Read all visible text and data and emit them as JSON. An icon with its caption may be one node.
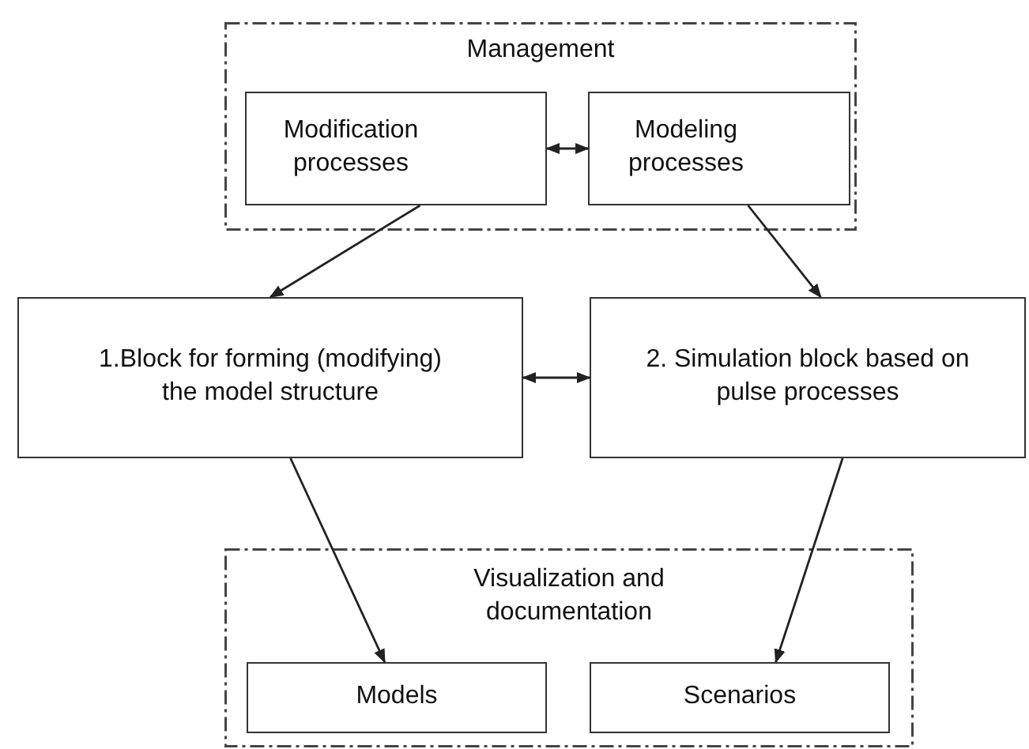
{
  "diagram": {
    "nodes": [
      {
        "text": [
          "Management"
        ]
      },
      {
        "text": [
          "Modification processes"
        ],
        "in": 0
      },
      {
        "text": [
          "Modeling processes"
        ],
        "in": 0
      },
      {
        "text": [
          "1.Block for forming (modifying) the model structure"
        ]
      },
      {
        "text": [
          "2. Simulation block based on pulse processes"
        ]
      },
      {
        "text": [
          "Visualization and documentation"
        ]
      },
      {
        "text": [
          "Models"
        ],
        "in": 5
      },
      {
        "text": [
          "Scenarios"
        ],
        "in": 5
      }
    ],
    "edges": [
      {
        "from": 1,
        "to": 2,
        "arrow": "both"
      },
      {
        "from": 1,
        "to": 3,
        "arrow": "to"
      },
      {
        "from": 2,
        "to": 4,
        "arrow": "to"
      },
      {
        "from": 3,
        "to": 4,
        "arrow": "both"
      },
      {
        "from": 3,
        "to": 6,
        "arrow": "to"
      },
      {
        "from": 4,
        "to": 7,
        "arrow": "to"
      }
    ]
  }
}
